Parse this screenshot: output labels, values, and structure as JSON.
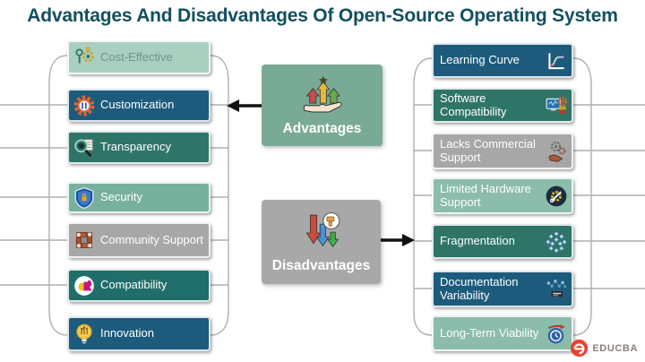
{
  "title": "Advantages And Disadvantages Of Open-Source Operating System",
  "center": {
    "advantages": {
      "label": "Advantages",
      "icon": "hand-growth-arrows-icon",
      "bg": "#79aa96"
    },
    "disadvantages": {
      "label": "Disadvantages",
      "icon": "declining-arrows-thumbs-down-icon",
      "bg": "#a8a8a8"
    }
  },
  "columns": {
    "advantages": {
      "items": [
        {
          "label": "Cost-Effective",
          "icon": "key-gear-icon",
          "bg": "#a9cfc0",
          "text_color": "#6f9489"
        },
        {
          "label": "Customization",
          "icon": "gear-sliders-icon",
          "bg": "#1d5b7c",
          "text_color": "#ffffff"
        },
        {
          "label": "Transparency",
          "icon": "magnifier-document-icon",
          "bg": "#2e7568",
          "text_color": "#ffffff"
        },
        {
          "label": "Security",
          "icon": "shield-lock-icon",
          "bg": "#77b09d",
          "text_color": "#ffffff"
        },
        {
          "label": "Community Support",
          "icon": "joined-hands-icon",
          "bg": "#a7a7a7",
          "text_color": "#ffffff"
        },
        {
          "label": "Compatibility",
          "icon": "puzzle-piece-icon",
          "bg": "#1f6e69",
          "text_color": "#ffffff"
        },
        {
          "label": "Innovation",
          "icon": "lightbulb-icon",
          "bg": "#1d5b7c",
          "text_color": "#ffffff"
        }
      ]
    },
    "disadvantages": {
      "items": [
        {
          "label": "Learning Curve",
          "icon": "learning-curve-chart-icon",
          "bg": "#1d5b7c",
          "text_color": "#ffffff"
        },
        {
          "label": "Software Compatibility",
          "icon": "monitor-gear-icon",
          "bg": "#2e7568",
          "text_color": "#ffffff"
        },
        {
          "label": "Lacks Commercial Support",
          "icon": "gears-hand-icon",
          "bg": "#a7a7a7",
          "text_color": "#ffffff"
        },
        {
          "label": "Limited Hardware Support",
          "icon": "gear-wrench-badge-icon",
          "bg": "#8cbcab",
          "text_color": "#ffffff"
        },
        {
          "label": "Fragmentation",
          "icon": "scattered-fragments-icon",
          "bg": "#2e7568",
          "text_color": "#ffffff"
        },
        {
          "label": "Documentation Variability",
          "icon": "network-server-icon",
          "bg": "#1d5b7c",
          "text_color": "#ffffff"
        },
        {
          "label": "Long-Term Viability",
          "icon": "clock-forward-arrow-icon",
          "bg": "#8cbcab",
          "text_color": "#ffffff"
        }
      ]
    }
  },
  "branding": {
    "name": "EDUCBA",
    "logo": "educba-e-logo"
  },
  "palette": {
    "title_text": "#12505f",
    "petrol_blue": "#1d5b7c",
    "teal_green": "#2e7568",
    "dark_teal": "#1f6e69",
    "sage_green": "#77b09d",
    "light_sage": "#8cbcab",
    "pale_sage": "#a9cfc0",
    "neutral_gray": "#a7a7a7",
    "advantages_green": "#79aa96",
    "disadvantages_gray": "#a8a8a8",
    "connector_gray": "#b0aeae",
    "arrow_black": "#111111",
    "brand_orange": "#e8432e"
  }
}
